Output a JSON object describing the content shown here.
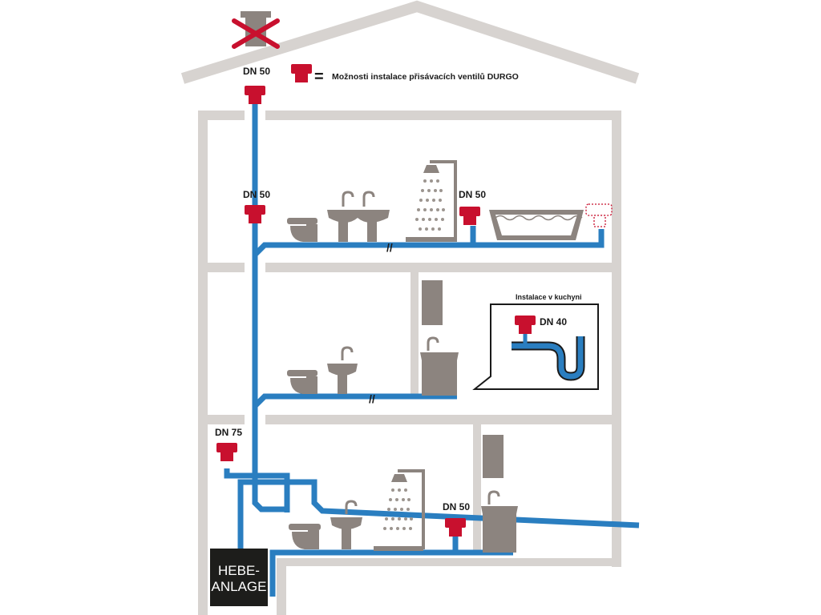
{
  "legend": {
    "equals": "=",
    "text": "Možnosti instalace přisávacích ventilů DURGO"
  },
  "labels": {
    "roof_valve": "DN 50",
    "riser_valve": "DN 50",
    "shower_valve": "DN 50",
    "kitchen_valve": "DN 40",
    "basement_riser_valve": "DN 75",
    "basement_shower_valve": "DN 50"
  },
  "kitchen_inset": {
    "title": "Instalace v kuchyni"
  },
  "hebe": {
    "line1": "HEBE-",
    "line2": "ANLAGE"
  },
  "pipe_break": "//",
  "colors": {
    "pipe": "#2a7ec0",
    "valve": "#c8102e",
    "wall": "#d7d3d0",
    "fixture": "#8c847f",
    "hebe_box": "#1d1d1b",
    "text": "#1a1a1a"
  }
}
